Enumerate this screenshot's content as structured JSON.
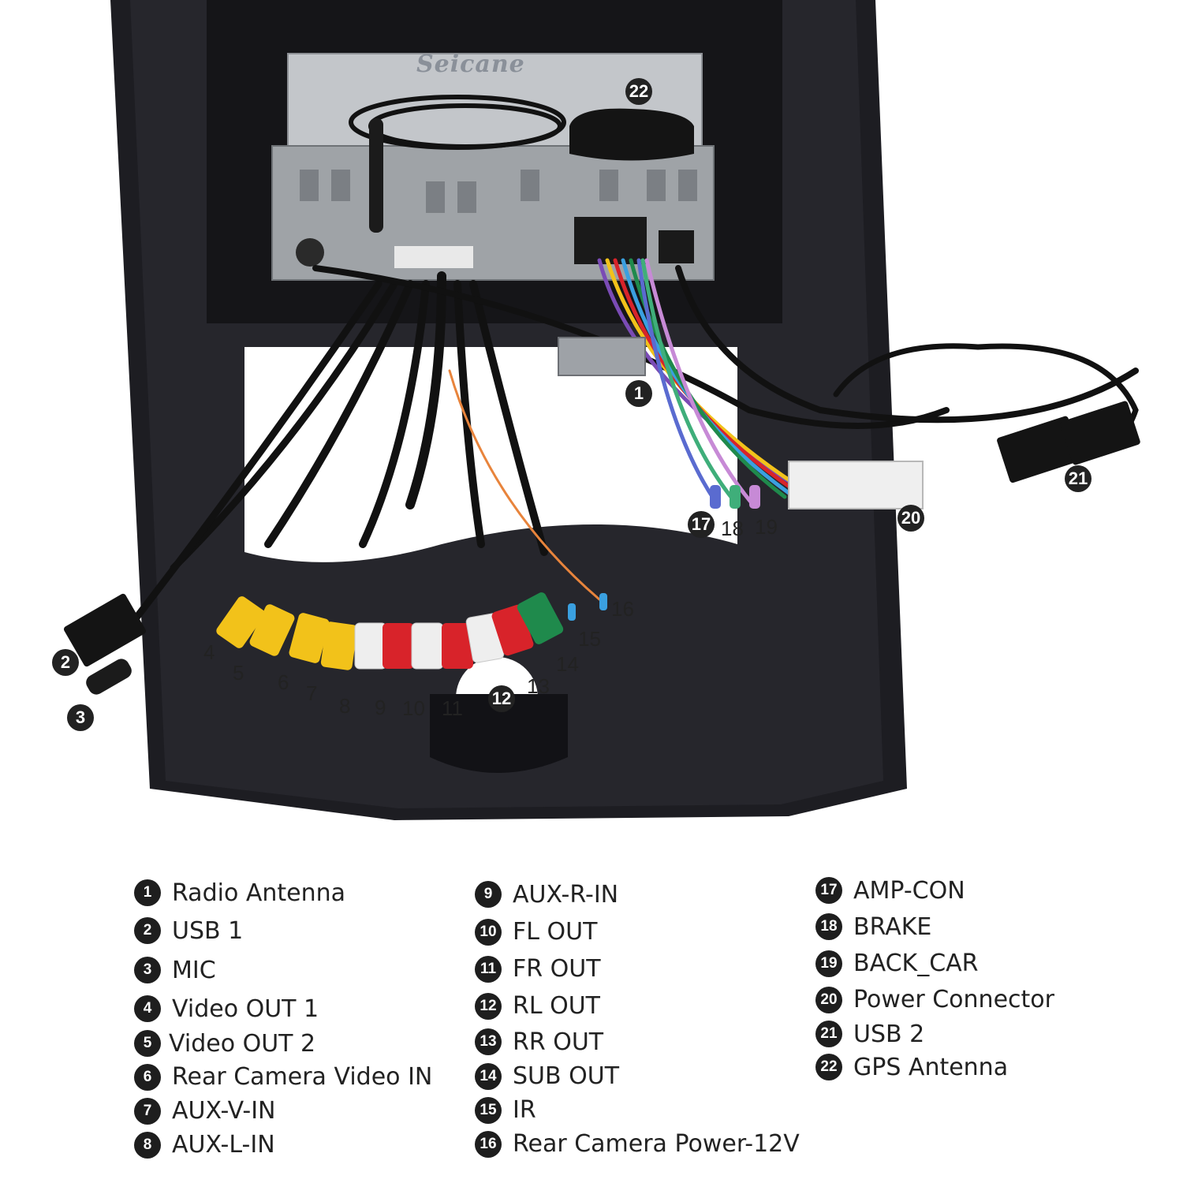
{
  "brand": "Seicane",
  "callouts": [
    "1",
    "2",
    "3",
    "4",
    "5",
    "6",
    "7",
    "8",
    "9",
    "10",
    "11",
    "12",
    "13",
    "14",
    "15",
    "16",
    "17",
    "18",
    "19",
    "20",
    "21",
    "22"
  ],
  "legend": {
    "col1": [
      {
        "num": "1",
        "label": "Radio Antenna"
      },
      {
        "num": "2",
        "label": "USB 1"
      },
      {
        "num": "3",
        "label": "MIC"
      },
      {
        "num": "4",
        "label": "Video OUT 1"
      },
      {
        "num": "5",
        "label": "Video OUT 2"
      },
      {
        "num": "6",
        "label": "Rear Camera Video IN"
      },
      {
        "num": "7",
        "label": "AUX-V-IN"
      },
      {
        "num": "8",
        "label": "AUX-L-IN"
      }
    ],
    "col2": [
      {
        "num": "9",
        "label": "AUX-R-IN"
      },
      {
        "num": "10",
        "label": "FL OUT"
      },
      {
        "num": "11",
        "label": "FR OUT"
      },
      {
        "num": "12",
        "label": "RL OUT"
      },
      {
        "num": "13",
        "label": "RR OUT"
      },
      {
        "num": "14",
        "label": "SUB OUT"
      },
      {
        "num": "15",
        "label": "IR"
      },
      {
        "num": "16",
        "label": "Rear Camera Power-12V"
      }
    ],
    "col3": [
      {
        "num": "17",
        "label": "AMP-CON"
      },
      {
        "num": "18",
        "label": "BRAKE"
      },
      {
        "num": "19",
        "label": "BACK_CAR"
      },
      {
        "num": "20",
        "label": "Power Connector"
      },
      {
        "num": "21",
        "label": "USB 2"
      },
      {
        "num": "22",
        "label": "GPS Antenna"
      }
    ]
  },
  "colors": {
    "panel": "#1c1c20",
    "unit": "#a9acb0",
    "rca_yellow": "#f2c21a",
    "rca_white": "#eeeeee",
    "rca_red": "#d8232a",
    "rca_green": "#1f8a4c"
  }
}
